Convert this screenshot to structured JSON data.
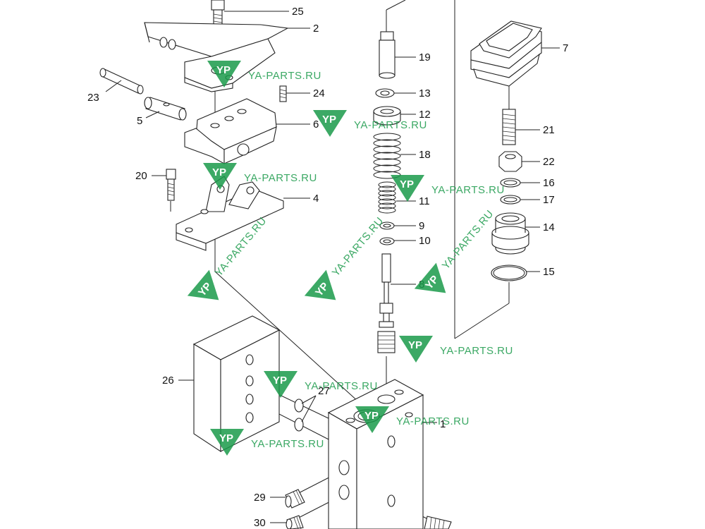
{
  "diagram": {
    "watermark_text": "YA-PARTS.RU",
    "watermark_logo_text": "YP",
    "watermark_color": "#1a9a4a",
    "callouts": [
      {
        "id": "c25",
        "text": "25"
      },
      {
        "id": "c2",
        "text": "2"
      },
      {
        "id": "c23",
        "text": "23"
      },
      {
        "id": "c24",
        "text": "24"
      },
      {
        "id": "c5",
        "text": "5"
      },
      {
        "id": "c6",
        "text": "6"
      },
      {
        "id": "c20",
        "text": "20"
      },
      {
        "id": "c4",
        "text": "4"
      },
      {
        "id": "c19",
        "text": "19"
      },
      {
        "id": "c13",
        "text": "13"
      },
      {
        "id": "c12",
        "text": "12"
      },
      {
        "id": "c18",
        "text": "18"
      },
      {
        "id": "c11",
        "text": "11"
      },
      {
        "id": "c9",
        "text": "9"
      },
      {
        "id": "c10",
        "text": "10"
      },
      {
        "id": "c8",
        "text": "8"
      },
      {
        "id": "c7",
        "text": "7"
      },
      {
        "id": "c21",
        "text": "21"
      },
      {
        "id": "c22",
        "text": "22"
      },
      {
        "id": "c16",
        "text": "16"
      },
      {
        "id": "c17",
        "text": "17"
      },
      {
        "id": "c14",
        "text": "14"
      },
      {
        "id": "c15",
        "text": "15"
      },
      {
        "id": "c26",
        "text": "26"
      },
      {
        "id": "c27",
        "text": "27"
      },
      {
        "id": "c1",
        "text": "1"
      },
      {
        "id": "c29",
        "text": "29"
      },
      {
        "id": "c30",
        "text": "30"
      }
    ]
  }
}
